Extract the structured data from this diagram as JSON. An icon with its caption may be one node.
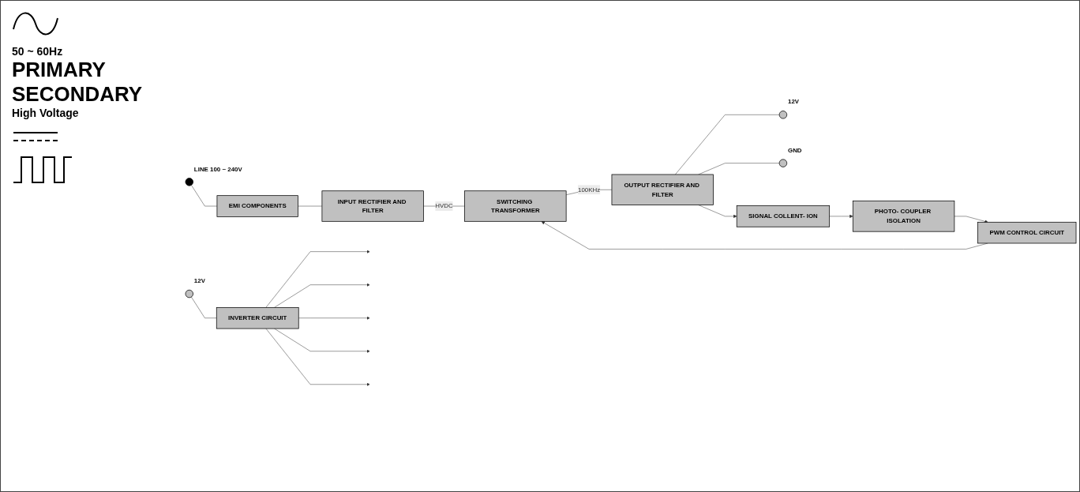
{
  "diagram": {
    "nodes": [
      {
        "text": [],
        "shape": "circle",
        "beside": [
          "LINE 100 ~ 240V"
        ]
      },
      {
        "text": [
          "EMI COMPONENTS"
        ]
      },
      {
        "text": [
          "INPUT RECTIFIER AND FILTER"
        ]
      },
      {
        "text": [
          "SWITCHING TRANSFORMER"
        ]
      },
      {
        "text": [
          "OUTPUT RECTIFIER AND FILTER"
        ]
      },
      {
        "text": [],
        "shape": "circle",
        "beside": [
          "12V"
        ]
      },
      {
        "text": [],
        "shape": "circle",
        "beside": [
          "GND"
        ]
      },
      {
        "text": [
          "SIGNAL COLLENT- ION"
        ]
      },
      {
        "text": [
          "PHOTO- COUPLER ISOLATION"
        ]
      },
      {
        "text": [
          "PWM CONTROL CIRCUIT"
        ]
      },
      {
        "text": [],
        "shape": "circle",
        "beside": [
          "12V"
        ]
      },
      {
        "text": [
          "INVERTER CIRCUIT"
        ]
      }
    ],
    "edges": [
      {
        "from": 0,
        "to": 1,
        "arrow": "none"
      },
      {
        "from": 1,
        "to": 2,
        "arrow": "none"
      },
      {
        "from": 2,
        "to": 3,
        "arrow": "none",
        "label": "HVDC"
      },
      {
        "from": 3,
        "to": 4,
        "arrow": "none",
        "label": "100KHz"
      },
      {
        "from": 4,
        "to": 5,
        "arrow": "none"
      },
      {
        "from": 4,
        "to": 6,
        "arrow": "none"
      },
      {
        "from": 4,
        "to": 7,
        "arrow": "to"
      },
      {
        "from": 7,
        "to": 8,
        "arrow": "to"
      },
      {
        "from": 8,
        "to": 9,
        "arrow": "to"
      },
      {
        "from": 9,
        "to": 3,
        "arrow": "to"
      },
      {
        "from": 10,
        "to": 11,
        "arrow": "none"
      },
      {
        "from": 11,
        "to": null,
        "arrow": "to"
      },
      {
        "from": 11,
        "to": null,
        "arrow": "to"
      },
      {
        "from": 11,
        "to": null,
        "arrow": "to"
      },
      {
        "from": 11,
        "to": null,
        "arrow": "to"
      },
      {
        "from": 11,
        "to": null,
        "arrow": "to"
      }
    ],
    "labels": [
      "50 ~ 60Hz",
      "PRIMARY",
      "SECONDARY",
      "High Voltage"
    ]
  }
}
